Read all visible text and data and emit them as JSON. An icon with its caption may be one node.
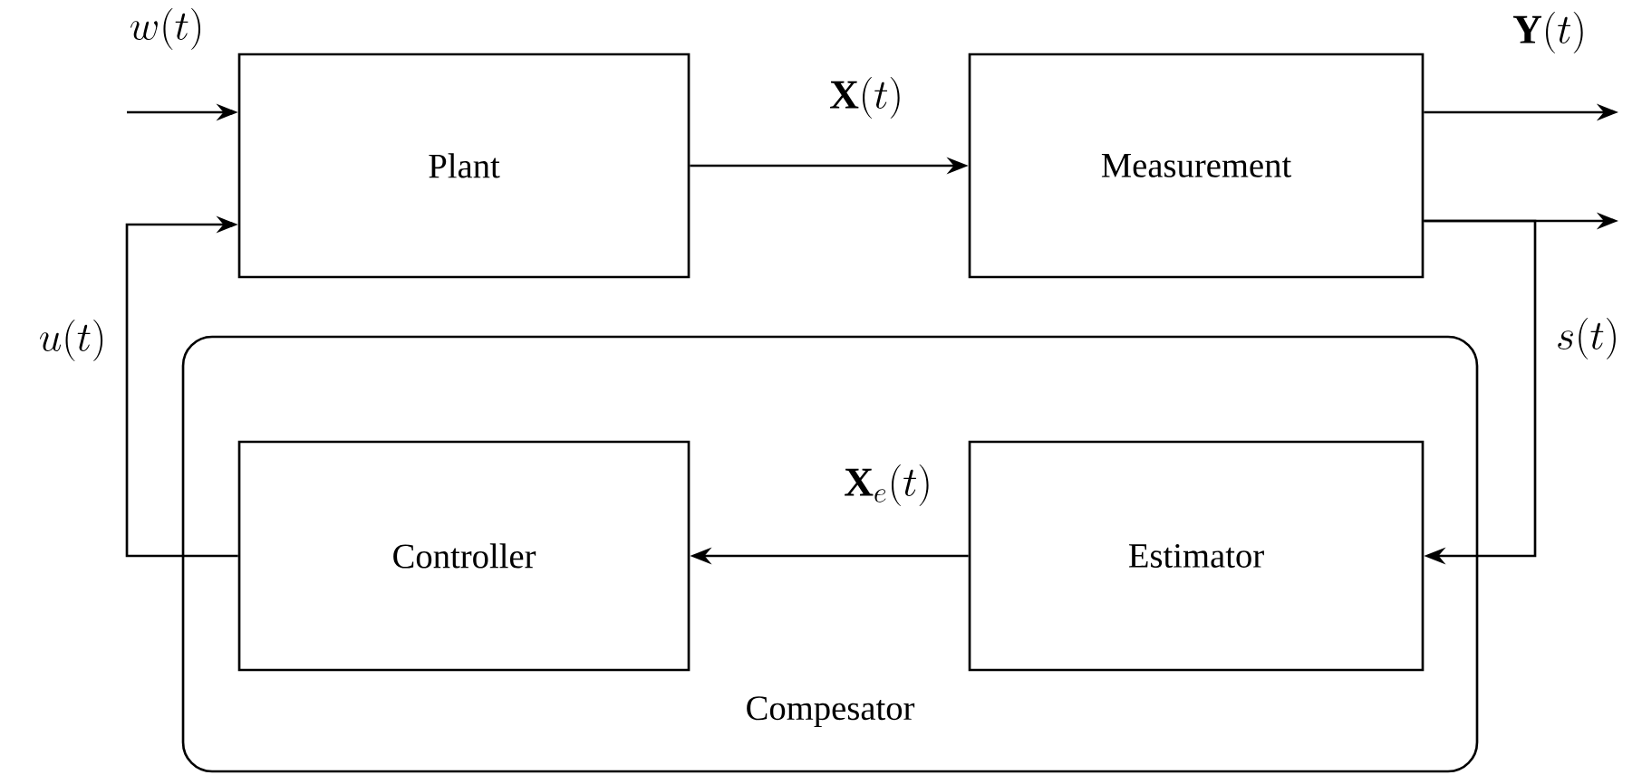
{
  "diagram": {
    "nodes": [
      {
        "text": [
          "Plant"
        ]
      },
      {
        "text": [
          "Measurement"
        ]
      },
      {
        "text": [
          "Compesator"
        ]
      },
      {
        "text": [
          "Controller"
        ],
        "in": 2
      },
      {
        "text": [
          "Estimator"
        ],
        "in": 2
      }
    ],
    "edges": [
      {
        "from": null,
        "to": 0,
        "arrow": "to",
        "label": "w(t)"
      },
      {
        "from": 0,
        "to": 1,
        "arrow": "to",
        "label": "\\mathbf{X}(t)"
      },
      {
        "from": 1,
        "to": null,
        "arrow": "to",
        "label": "\\mathbf{Y}(t)"
      },
      {
        "from": 1,
        "to": null,
        "arrow": "to"
      },
      {
        "from": 1,
        "to": 4,
        "arrow": "to",
        "label": "s(t)"
      },
      {
        "from": 4,
        "to": 3,
        "arrow": "to",
        "label": "\\mathbf{X}_e(t)"
      },
      {
        "from": 3,
        "to": 0,
        "arrow": "to",
        "label": "u(t)"
      }
    ]
  }
}
